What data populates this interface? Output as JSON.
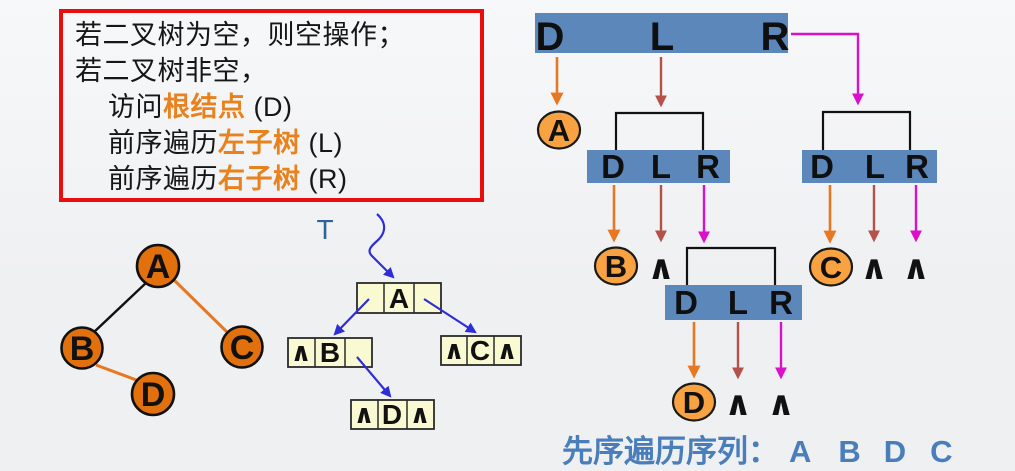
{
  "slide_topic": "binary-tree-preorder-traversal",
  "colors": {
    "accent_red_border": "#e90d0d",
    "highlight_orange": "#e8821e",
    "bar_blue": "#5b87bb",
    "node_orange_light": "#f9a242",
    "node_orange_dark": "#e1700d",
    "arrow_orange": "#e87722",
    "arrow_dark_red": "#b5514b",
    "arrow_magenta": "#da10ca",
    "arrow_blue": "#2e2ed6",
    "cell_yellow": "#fafad2",
    "result_blue": "#4a7ebb"
  },
  "algorithm_box": {
    "line1": "若二叉树为空，则空操作；",
    "line2": "若二叉树非空，",
    "line3": {
      "pre": "访问",
      "highlight": "根结点",
      "post": " (D)"
    },
    "line4": {
      "pre": "前序遍历",
      "highlight": "左子树",
      "post": " (L)"
    },
    "line5": {
      "pre": "前序遍历",
      "highlight": "右子树",
      "post": " (R)"
    }
  },
  "binary_tree": {
    "root": "A",
    "left_child": "B",
    "right_child": "C",
    "left_right_child": "D"
  },
  "linked_list": {
    "pointer_label": "T",
    "node_a": {
      "left": "",
      "data": "A",
      "right": ""
    },
    "node_b": {
      "left": "∧",
      "data": "B",
      "right": ""
    },
    "node_c": {
      "left": "∧",
      "data": "C",
      "right": "∧"
    },
    "node_d": {
      "left": "∧",
      "data": "D",
      "right": "∧"
    }
  },
  "traversal": {
    "d": "D",
    "l": "L",
    "r": "R",
    "null_symbol": "∧",
    "visit_root": "A",
    "visit_left": "B",
    "visit_right": "C",
    "visit_left_right": "D"
  },
  "result": {
    "label": "先序遍历序列：",
    "seq_1": "A",
    "seq_2": "B",
    "seq_3": "D",
    "seq_4": "C"
  }
}
